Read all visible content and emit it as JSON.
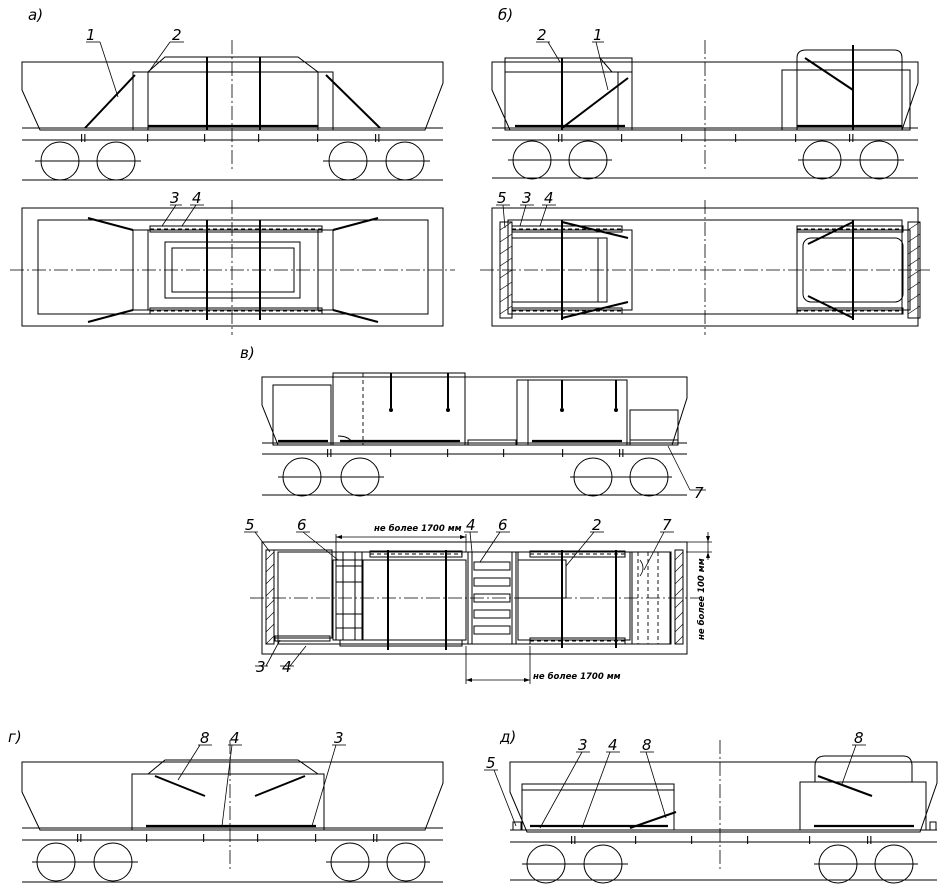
{
  "sections": {
    "a": "а)",
    "b": "б)",
    "v": "в)",
    "g": "г)",
    "d": "д)"
  },
  "markers": {
    "single": "I",
    "double": "II"
  },
  "labels": {
    "a_top_1": "1",
    "a_top_2": "2",
    "a_plan_3": "3",
    "a_plan_4": "4",
    "b_top_2": "2",
    "b_top_1": "1",
    "b_plan_5": "5",
    "b_plan_3": "3",
    "b_plan_4": "4",
    "v_side_7": "7",
    "v_plan_5": "5",
    "v_plan_6a": "6",
    "v_plan_4": "4",
    "v_plan_6b": "6",
    "v_plan_2": "2",
    "v_plan_7": "7",
    "v_plan_3": "3",
    "v_plan_4b": "4",
    "g_8": "8",
    "g_4": "4",
    "g_3": "3",
    "d_5": "5",
    "d_3": "3",
    "d_4": "4",
    "d_8a": "8",
    "d_8b": "8"
  },
  "dimensions": {
    "top_gap": "не более 1700 мм",
    "bottom_gap": "не более 1700 мм",
    "side_gap": "не более 100 мм"
  }
}
